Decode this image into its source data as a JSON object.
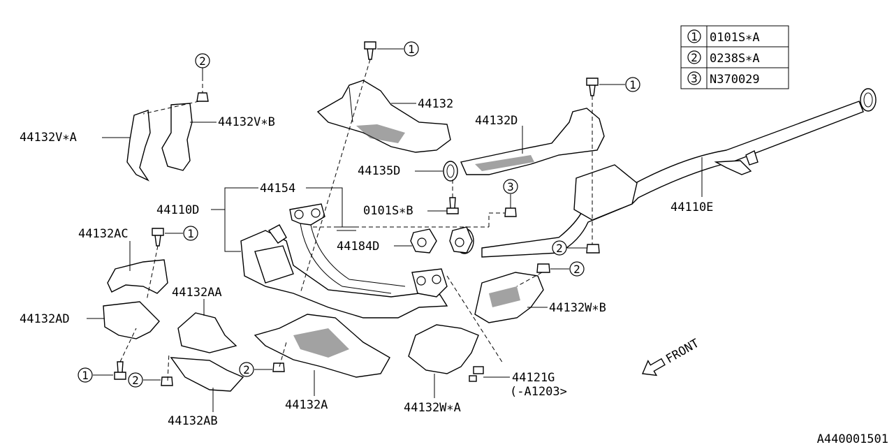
{
  "legend": {
    "rows": [
      {
        "num": "1",
        "code": "0101S∗A"
      },
      {
        "num": "2",
        "code": "0238S∗A"
      },
      {
        "num": "3",
        "code": "N370029"
      }
    ]
  },
  "refs": {
    "r1": "1",
    "r2": "2",
    "r3": "3"
  },
  "labels": {
    "p44132": "44132",
    "p44132D": "44132D",
    "p44135D": "44135D",
    "p44154": "44154",
    "p44110D": "44110D",
    "p0101SB": "0101S∗B",
    "p44184D": "44184D",
    "p44110E": "44110E",
    "p44132VA": "44132V∗A",
    "p44132VB": "44132V∗B",
    "p44132AC": "44132AC",
    "p44132AD": "44132AD",
    "p44132AA": "44132AA",
    "p44132AB": "44132AB",
    "p44132A": "44132A",
    "p44132WB": "44132W∗B",
    "p44132WA": "44132W∗A",
    "p44121G": "44121G",
    "p44121G_note": "(-A1203>",
    "front": "FRONT"
  },
  "footer": {
    "diagram_code": "A440001501"
  }
}
